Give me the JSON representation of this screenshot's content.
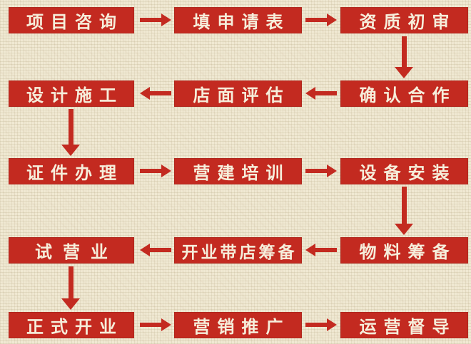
{
  "colors": {
    "background": "#f0e9d3",
    "node_fill": "#c32a20",
    "node_text": "#f6eedb",
    "arrow": "#c32a20"
  },
  "rows": [
    {
      "direction": "right",
      "cells": [
        {
          "label": "项目咨询"
        },
        {
          "label": "填申请表"
        },
        {
          "label": "资质初审"
        }
      ]
    },
    {
      "direction": "left",
      "cells": [
        {
          "label": "设计施工"
        },
        {
          "label": "店面评估"
        },
        {
          "label": "确认合作"
        }
      ]
    },
    {
      "direction": "right",
      "cells": [
        {
          "label": "证件办理"
        },
        {
          "label": "营建培训"
        },
        {
          "label": "设备安装"
        }
      ]
    },
    {
      "direction": "left",
      "cells": [
        {
          "label": "试营业"
        },
        {
          "label": "开业带店筹备"
        },
        {
          "label": "物料筹备"
        }
      ]
    },
    {
      "direction": "right",
      "cells": [
        {
          "label": "正式开业"
        },
        {
          "label": "营销推广"
        },
        {
          "label": "运营督导"
        }
      ]
    }
  ],
  "flow_sequence": [
    "项目咨询",
    "填申请表",
    "资质初审",
    "确认合作",
    "店面评估",
    "设计施工",
    "证件办理",
    "营建培训",
    "设备安装",
    "物料筹备",
    "开业带店筹备",
    "试营业",
    "正式开业",
    "营销推广",
    "运营督导"
  ]
}
